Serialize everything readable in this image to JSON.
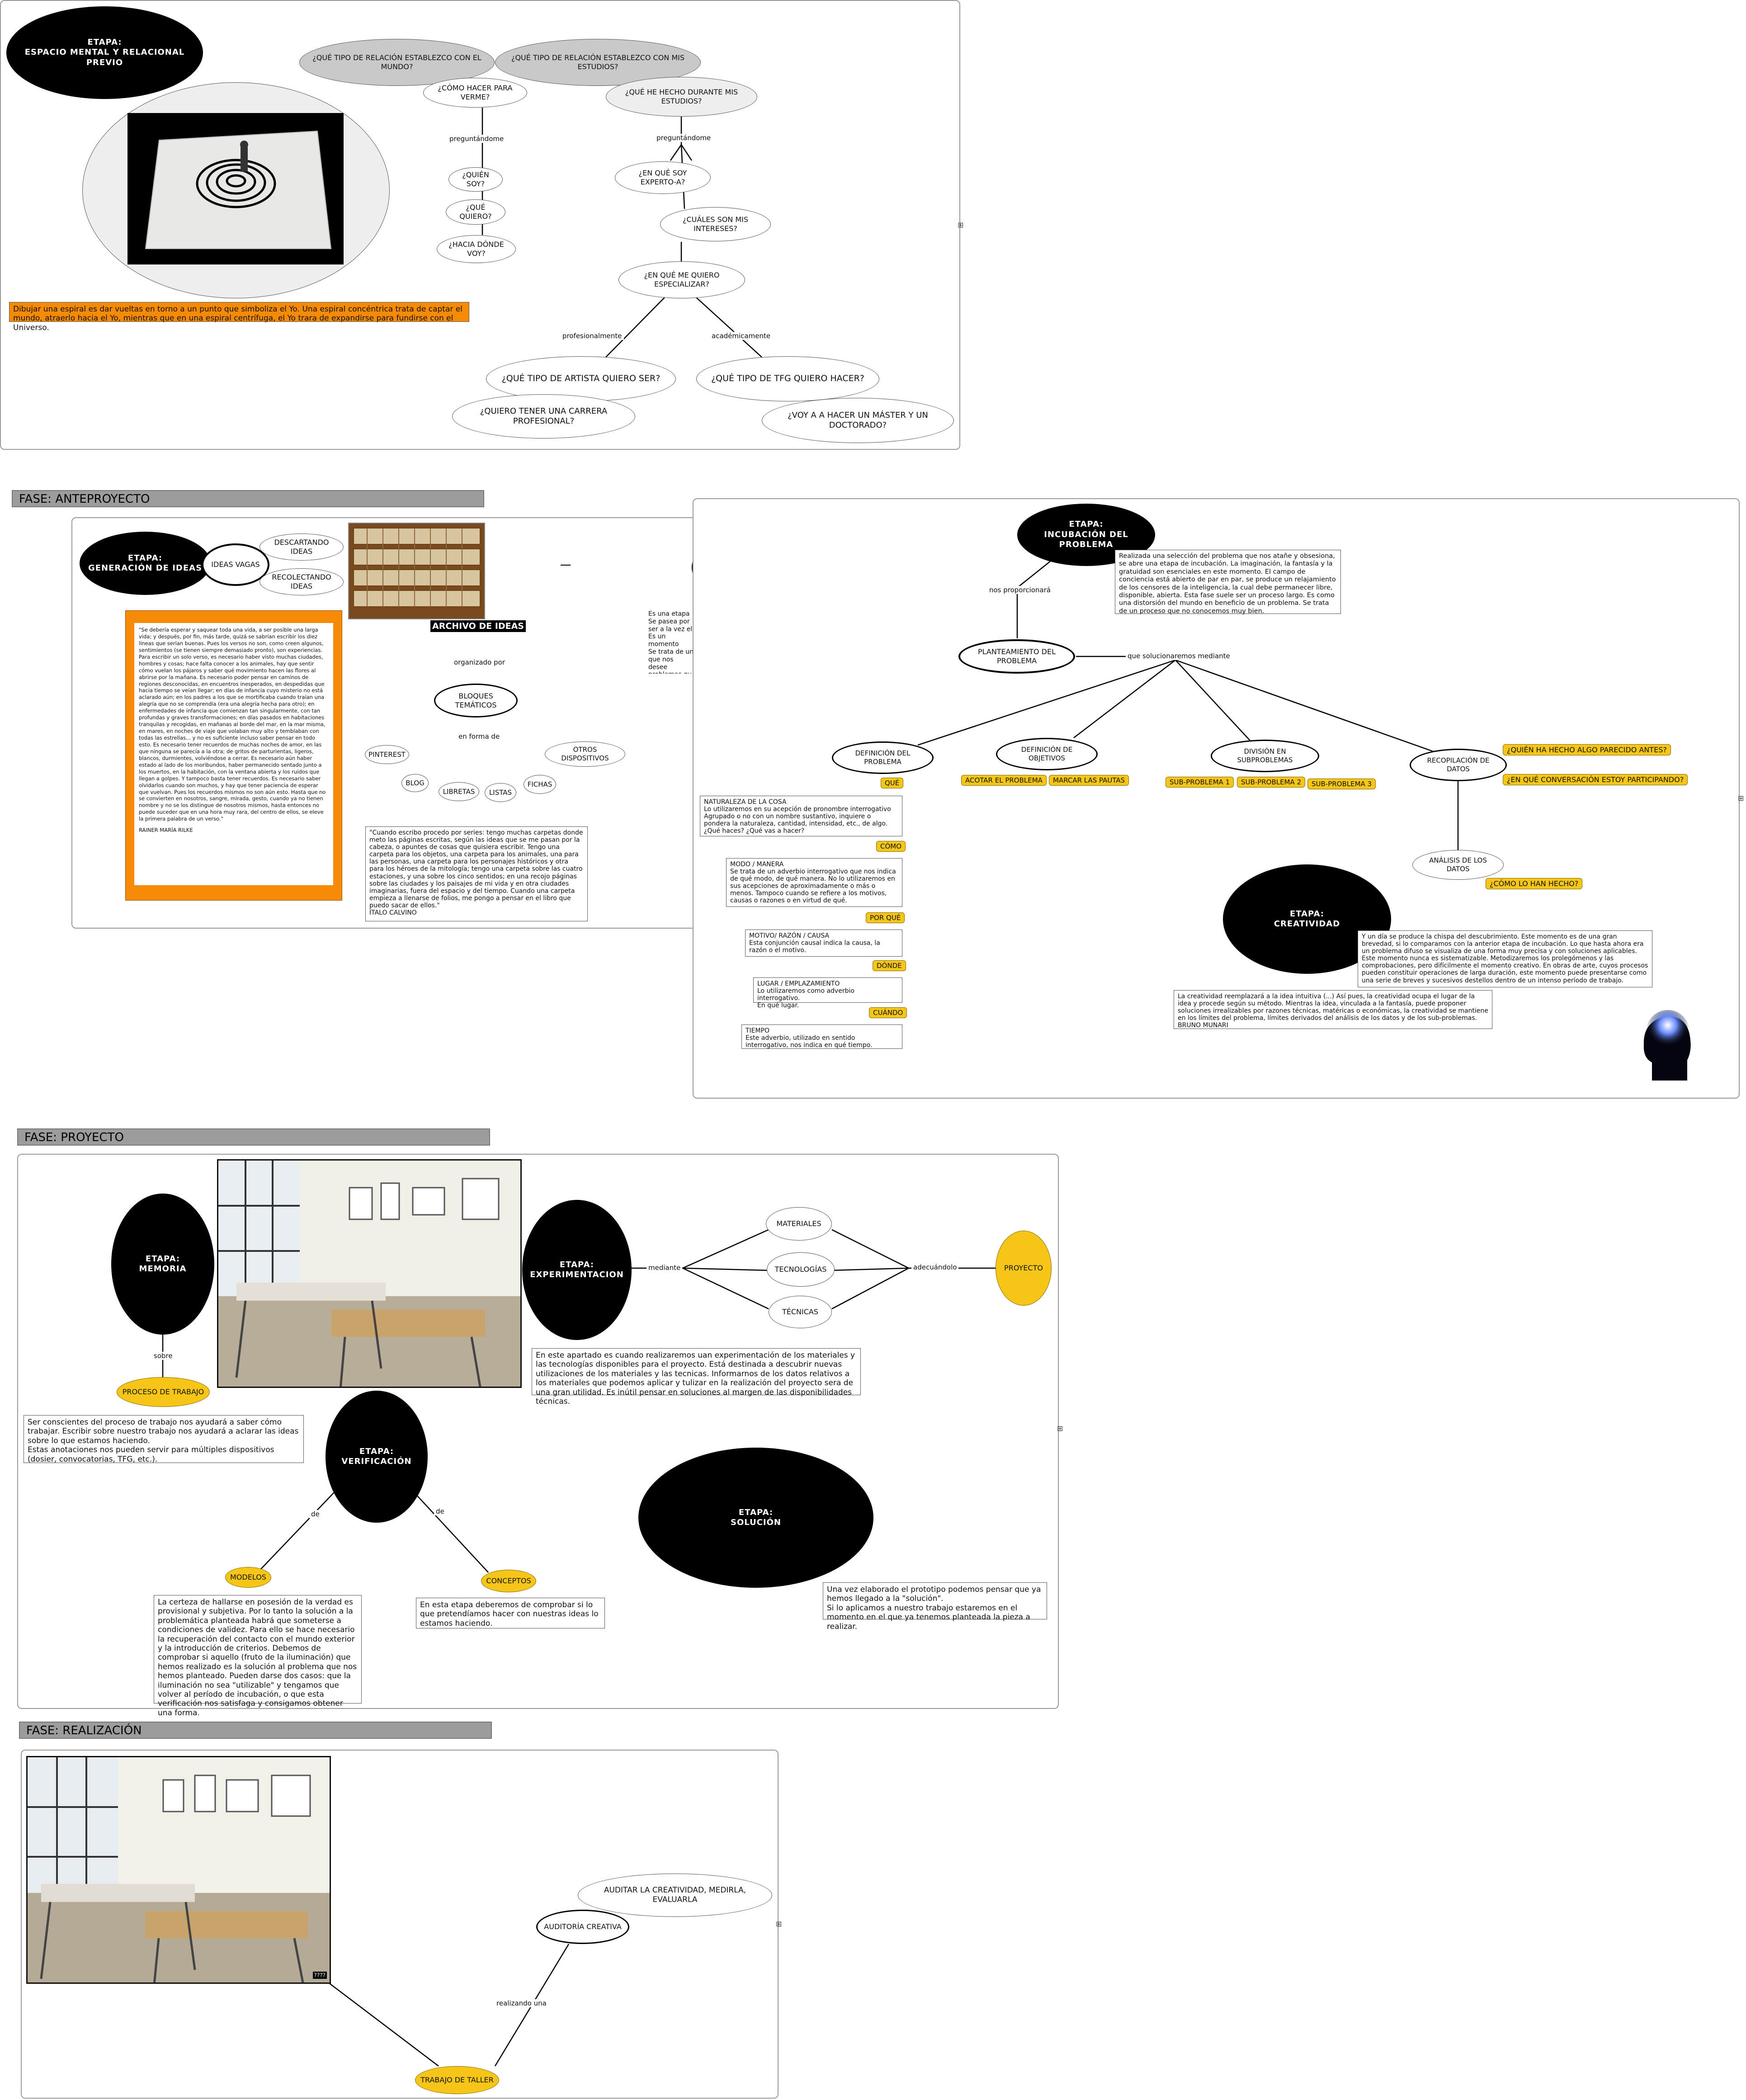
{
  "colors": {
    "yellow": "#f5c518",
    "orange": "#f58a07",
    "black": "#000000",
    "phase_bar": "#9c9c9c"
  },
  "stage_previo": {
    "title": "ETAPA:\nESPACIO MENTAL Y RELACIONAL PREVIO",
    "q_world": "¿QUÉ TIPO DE RELACIÓN ESTABLEZCO CON EL MUNDO?",
    "q_studies": "¿QUÉ TIPO DE RELACIÓN ESTABLEZCO CON MIS ESTUDIOS?",
    "how_see": "¿CÓMO HACER PARA VERME?",
    "asking1": "preguntándome",
    "who": "¿QUIÉN SOY?",
    "want": "¿QUÉ QUIERO?",
    "where": "¿HACIA DÓNDE VOY?",
    "what_done": "¿QUÉ HE HECHO DURANTE MIS ESTUDIOS?",
    "asking2": "preguntándome",
    "expert": "¿EN QUÉ SOY EXPERTO-A?",
    "interests": "¿CUÁLES SON MIS INTERESES?",
    "specialize": "¿EN QUÉ ME QUIERO ESPECIALIZAR?",
    "prof": "profesionalmente",
    "acad": "académicamente",
    "artist": "¿QUÉ TIPO DE ARTISTA QUIERO SER?",
    "tfg": "¿QUÉ TIPO DE TFG QUIERO HACER?",
    "career": "¿QUIERO TENER UNA CARRERA PROFESIONAL?",
    "master": "¿VOY A A HACER UN MÁSTER Y UN DOCTORADO?",
    "spiral_note": "Dibujar una espiral es dar vueltas en torno a un punto que simboliza el Yo. Una espiral concéntrica trata de captar el mundo, atraerlo hacia el Yo, mientras que en una espiral centrífuga, el Yo trara de expandirse para fundirse con el Universo."
  },
  "phase_anteproyecto": "FASE: ANTEPROYECTO",
  "stage_ideas": {
    "title": "ETAPA:\nGENERACIÓN DE IDEAS",
    "vagas": "IDEAS VAGAS",
    "descartando": "DESCARTANDO IDEAS",
    "recolectando": "RECOLECTANDO IDEAS",
    "archivo": "ARCHIVO DE IDEAS",
    "organizado": "organizado por",
    "bloques": "BLOQUES TEMÁTICOS",
    "forma": "en forma de",
    "pinterest": "PINTEREST",
    "blog": "BLOG",
    "libretas": "LIBRETAS",
    "listas": "LISTAS",
    "fichas": "FICHAS",
    "otros": "OTROS DISPOSITIVOS",
    "rilke": "\"Se debería esperar y saquear toda una vida, a ser posible una larga vida; y después, por fin, más tarde, quizá se sabrían escribir los diez líneas que serían buenas. Pues los versos no son, como creen algunos, sentimientos (se tienen siempre demasiado pronto), son experiencias. Para escribir un solo verso, es necesario haber visto muchas ciudades, hombres y cosas; hace falta conocer a los animales, hay que sentir cómo vuelan los pájaros y saber qué movimiento hacen las flores al abrirse por la mañana. Es necesario poder pensar en caminos de regiones desconocidas, en encuentros inesperados, en despedidas que hacía tiempo se veían llegar; en días de infancia cuyo misterio no está aclarado aún; en los padres a los que se mortificaba cuando traían una alegría que no se comprendía (era una alegría hecha para otro); en enfermedades de infancia que comienzan tan singularmente, con tan profundas y graves transformaciones; en días pasados en habitaciones tranquilas y recogidas, en mañanas al borde del mar, en la mar misma, en mares, en noches de viaje que volaban muy alto y temblaban con todas las estrellas... y no es suficiente incluso saber pensar en todo esto. Es necesario tener recuerdos de muchas noches de amor, en las que ninguna se parecía a la otra; de gritos de parturientas, ligeros, blancos, durmientes, volviéndose a cerrar. Es necesario aún haber estado al lado de los moribundos, haber permanecido sentado junto a los muertos, en la habitación, con la ventana abierta y los ruidos que llegan a golpes. Y tampoco basta tener recuerdos. Es necesario saber olvidarlos cuando son muchos, y hay que tener paciencia de esperar que vuelvan. Pues los recuerdos mismos no son aún esto. Hasta que no se convierten en nosotros, sangre, mirada, gesto, cuando ya no tienen nombre y no se los distingue de nosotros mismos, hasta entonces no puede suceder que en una hora muy rara, del centro de ellos, se eleve la primera palabra de un verso.\"",
    "rilke_author": "RAINER MARÍA RILKE",
    "calvino": "\"Cuando escribo procedo por series: tengo muchas carpetas donde meto las páginas escritas, según las ideas que se me pasan por la cabeza, o apuntes de cosas que quisiera escribir. Tengo una carpeta para los objetos, una carpeta para los animales, una para las personas, una carpeta para los personajes históricos y otra para los héroes de la mitología; tengo una carpeta sobre las cuatro estaciones, y una sobre los cinco sentidos; en una recojo páginas sobre las ciudades y los paisajes de mi vida y en otra ciudades imaginarias, fuera del espacio y del tiempo. Cuando una carpeta empieza a llenarse de folios, me pongo a pensar en el libro que puedo sacar de ellos.\"\nÍTALO CALVINO",
    "hidden_note": "Es una etapa\nSe pasea por\nser a la vez el\nEs un momento\nSe trata de un\nque nos desee\nproblemas qu\ny plantearse c"
  },
  "stage_incubacion": {
    "title": "ETAPA:\nINCUBACIÓN DEL PROBLEMA",
    "note": "Realizada una selección del problema que nos atañe y obsesiona, se abre una etapa de incubación. La imaginación, la fantasía y la gratuidad son esenciales en este momento. El campo de conciencia está abierto de par en par, se produce un relajamiento de los censores de la inteligencia, la cual debe permanecer libre, disponible, abierta. Esta fase suele ser un proceso largo. Es como una distorsión del mundo en beneficio de un problema. Se trata de un proceso que no conocemos muy bien.",
    "proporcionara": "nos proporcionará",
    "planteamiento": "PLANTEAMIENTO DEL PROBLEMA",
    "solucionaremos": "que solucionaremos mediante",
    "definicion": "DEFINICIÓN DEL PROBLEMA",
    "objetivos": "DEFINICIÓN DE OBJETIVOS",
    "division": "DIVISIÓN EN SUBPROBLEMAS",
    "recopilacion": "RECOPILACIÓN DE DATOS",
    "acotar": "ACOTAR EL PROBLEMA",
    "pautas": "MARCAR LAS PAUTAS",
    "sub1": "SUB-PROBLEMA 1",
    "sub2": "SUB-PROBLEMA 2",
    "sub3": "SUB-PROBLEMA 3",
    "q_parecido": "¿QUIÉN HA HECHO ALGO PARECIDO ANTES?",
    "q_conversacion": "¿EN QUÉ CONVERSACIÓN ESTOY PARTICIPANDO?",
    "analisis": "ANÁLISIS DE LOS DATOS",
    "q_como": "¿CÓMO LO HAN HECHO?",
    "que": "QUÉ",
    "que_note": "NATURALEZA DE LA COSA\nLo utilizaremos en su acepción de pronombre interrogativo\nAgrupado o no con un nombre sustantivo, inquiere o pondera la naturaleza, cantidad, intensidad, etc., de algo.\n¿Qué haces? ¿Qué vas a hacer?",
    "como": "CÓMO",
    "como_note": "MODO / MANERA\nSe trata de un adverbio interrogativo que nos indica de qué modo, de qué manera. No lo utilizaremos en sus acepciones de aproximadamente o más o menos. Tampoco cuando se refiere a los motivos, causas o razones o en virtud de qué.",
    "porque": "POR QUÉ",
    "porque_note": "MOTIVO/ RAZÓN / CAUSA\nEsta conjunción causal indica la causa, la razón o el motivo.",
    "donde": "DÓNDE",
    "donde_note": "LUGAR / EMPLAZAMIENTO\nLo utilizaremos como adverbio interrogativo.\nEn qué lugar.",
    "cuando": "CUÁNDO",
    "cuando_note": "TIEMPO\nEste adverbio, utilizado en sentido interrogativo, nos indica en qué tiempo."
  },
  "stage_creatividad": {
    "title": "ETAPA:\nCREATIVIDAD",
    "note": "Y un día se produce la chispa del descubrimiento. Este momento es de una gran brevedad, si lo comparamos con la anterior etapa de incubación. Lo que hasta ahora era un problema difuso se visualiza de una forma muy precisa y con soluciones aplicables. Este momento nunca es sistematizable. Metodizaremos los prolegómenos y las comprobaciones, pero difícilmente el momento creativo. En obras de arte, cuyos procesos pueden constituir operaciones de larga duración, este momento puede presentarse como una serie de breves y sucesivos destellos dentro de un intenso período de trabajo.",
    "munari": "La creatividad reemplazará a la idea intuitiva (...) Así pues, la creatividad ocupa el lugar de la idea y procede según su método. Mientras la idea, vinculada a la fantasía, puede proponer soluciones irrealizables por razones técnicas, matéricas o económicas, la creatividad se mantiene en los límites del problema, límites derivados del análisis de los datos y de los sub-problemas.\nBRUNO MUNARI"
  },
  "phase_proyecto": "FASE: PROYECTO",
  "stage_memoria": {
    "title": "ETAPA:\nMEMORIA",
    "sobre": "sobre",
    "proceso": "PROCESO DE TRABAJO",
    "note": "Ser conscientes del proceso de trabajo nos ayudará a saber cómo trabajar. Escribir sobre nuestro trabajo nos ayudará a aclarar las ideas sobre lo que estamos haciendo.\nEstas anotaciones nos pueden servir para múltiples dispositivos (dosier, convocatorias, TFG, etc.)."
  },
  "stage_experimentacion": {
    "title": "ETAPA:\nEXPERIMENTACION",
    "mediante": "mediante",
    "materiales": "MATERIALES",
    "tecnologias": "TECNOLOGÍAS",
    "tecnicas": "TÉCNICAS",
    "adecuandolo": "adecuándolo",
    "proyecto": "PROYECTO",
    "note": "En este apartado es cuando realizaremos uan experimentación de los materiales y las tecnologías disponibles para el proyecto. Está destinada a descubrir nuevas utilizaciones de los materiales y las tecnicas. Informarnos de los datos relativos a los materiales que podemos aplicar y tulizar en la realización del proyecto sera de una gran utilidad. Es inútil pensar en soluciones al margen de las disponibilidades técnicas."
  },
  "stage_verificacion": {
    "title": "ETAPA:\nVERIFICACIÓN",
    "de1": "de",
    "de2": "de",
    "modelos": "MODELOS",
    "conceptos": "CONCEPTOS",
    "note_modelos": "La certeza de hallarse en posesión de la verdad es provisional y subjetiva. Por lo tanto la solución a la problemática planteada habrá que someterse a condiciones de validez. Para ello se hace necesario la recuperación del contacto con el mundo exterior y la introducción de criterios. Debemos de comprobar si aquello (fruto de la iluminación) que hemos realizado es la solución al problema que nos hemos planteado. Pueden darse dos casos: que la iluminación no sea \"utilizable\" y tengamos que volver al período de incubación, o que esta verificación nos satisfaga y consigamos obtener una forma.",
    "note_conceptos": "En esta etapa deberemos de comprobar si lo que pretendíamos hacer con nuestras ideas lo estamos haciendo."
  },
  "stage_solucion": {
    "title": "ETAPA:\nSOLUCIÓN",
    "note": "Una vez elaborado el prototipo podemos pensar que ya hemos llegado a la \"solución\".\nSi lo aplicamos a nuestro trabajo estaremos en el momento en el que ya tenemos planteada la pieza a realizar."
  },
  "phase_realizacion": "FASE: REALIZACIÓN",
  "stage_realizacion": {
    "auditar": "AUDITAR LA CREATIVIDAD, MEDIRLA, EVALUARLA",
    "auditoria": "AUDITORÍA CREATIVA",
    "realizando": "realizando una",
    "taller": "TRABAJO DE TALLER",
    "photo_tag": "????"
  },
  "icons": {
    "collapse": "collapse-icon",
    "head": "glowing-head-icon"
  }
}
